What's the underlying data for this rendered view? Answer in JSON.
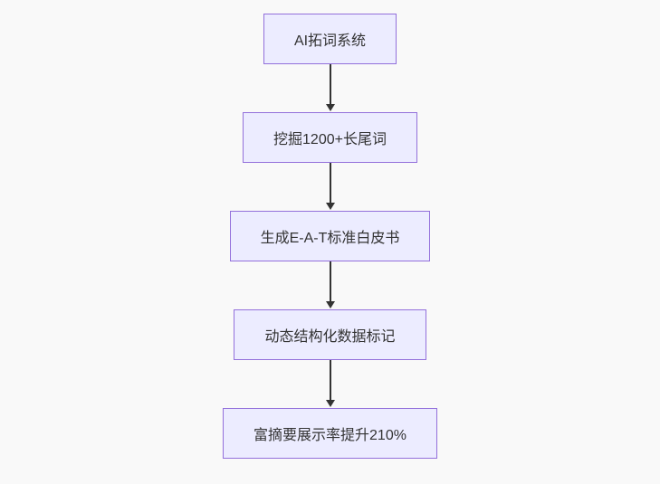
{
  "page": {
    "background_color": "#f9f9f9"
  },
  "flowchart": {
    "type": "vertical-flow",
    "node_fill_color": "#ececff",
    "node_border_color": "#9370db",
    "text_color": "#333333",
    "arrow_color": "#333333",
    "nodes": [
      {
        "label": "AI拓词系统"
      },
      {
        "label": "挖掘1200+长尾词"
      },
      {
        "label": "生成E-A-T标准白皮书"
      },
      {
        "label": "动态结构化数据标记"
      },
      {
        "label": "富摘要展示率提升210%"
      }
    ]
  }
}
